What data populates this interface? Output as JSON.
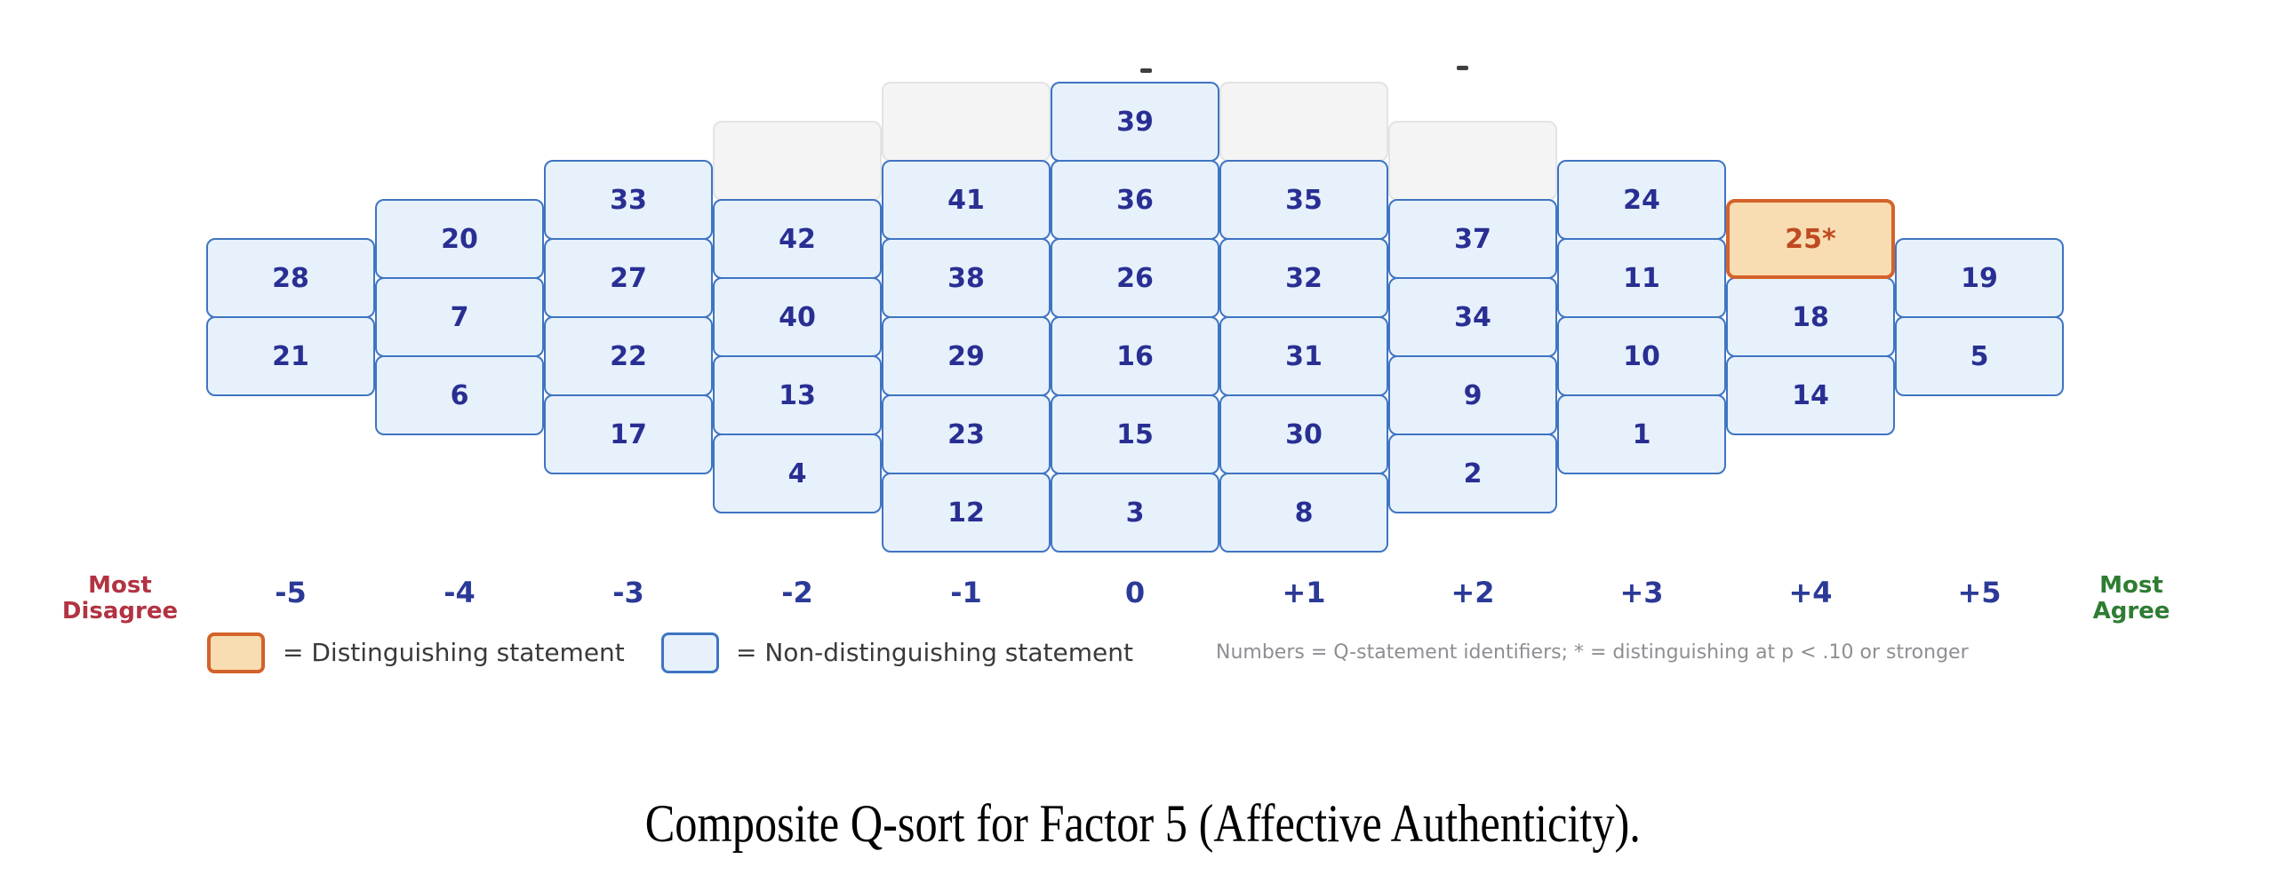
{
  "caption": "Composite Q-sort for Factor 5 (Affective Authenticity).",
  "axis": {
    "most_disagree_lines": [
      "Most",
      "Disagree"
    ],
    "most_agree_lines": [
      "Most",
      "Agree"
    ],
    "column_labels": [
      "-5",
      "-4",
      "-3",
      "-2",
      "-1",
      "0",
      "+1",
      "+2",
      "+3",
      "+4",
      "+5"
    ]
  },
  "legend": {
    "distinguishing_label": "= Distinguishing statement",
    "non_distinguishing_label": "= Non-distinguishing statement",
    "note": "Numbers = Q-statement identifiers; * = distinguishing at p < .10 or stronger"
  },
  "colors": {
    "cell_fill": "#e7f1fc",
    "cell_border": "#3f74c2",
    "cell_text": "#292f92",
    "ghost_fill": "#f4f4f5",
    "ghost_border": "#e3e3e6",
    "distinguishing_fill": "#f8ddb2",
    "distinguishing_border": "#d4622a",
    "distinguishing_text": "#c04a20",
    "axis_label": "#2b3a97",
    "most_disagree": "#b23342",
    "most_agree": "#2e7d32",
    "legend_text": "#3a3a3a",
    "note_text": "#8e8e93"
  },
  "chart_data": {
    "type": "qsort-grid",
    "scale_min": -5,
    "scale_max": 5,
    "statements_total": 42,
    "distribution": [
      2,
      3,
      4,
      4,
      5,
      6,
      5,
      4,
      4,
      3,
      2
    ],
    "columns": [
      {
        "label": "-5",
        "offset": 4,
        "ghost_offset": null,
        "statements": [
          {
            "t": "28"
          },
          {
            "t": "21"
          }
        ]
      },
      {
        "label": "-4",
        "offset": 3,
        "ghost_offset": null,
        "statements": [
          {
            "t": "20"
          },
          {
            "t": "7"
          },
          {
            "t": "6"
          }
        ]
      },
      {
        "label": "-3",
        "offset": 2,
        "ghost_offset": null,
        "statements": [
          {
            "t": "33"
          },
          {
            "t": "27"
          },
          {
            "t": "22"
          },
          {
            "t": "17"
          }
        ]
      },
      {
        "label": "-2",
        "offset": 3,
        "ghost_offset": 1,
        "statements": [
          {
            "t": "42"
          },
          {
            "t": "40"
          },
          {
            "t": "13"
          },
          {
            "t": "4"
          }
        ]
      },
      {
        "label": "-1",
        "offset": 2,
        "ghost_offset": 0,
        "statements": [
          {
            "t": "41"
          },
          {
            "t": "38"
          },
          {
            "t": "29"
          },
          {
            "t": "23"
          },
          {
            "t": "12"
          }
        ]
      },
      {
        "label": "0",
        "offset": 0,
        "ghost_offset": null,
        "statements": [
          {
            "t": "39"
          },
          {
            "t": "36"
          },
          {
            "t": "26"
          },
          {
            "t": "16"
          },
          {
            "t": "15"
          },
          {
            "t": "3"
          }
        ]
      },
      {
        "label": "+1",
        "offset": 2,
        "ghost_offset": 0,
        "statements": [
          {
            "t": "35"
          },
          {
            "t": "32"
          },
          {
            "t": "31"
          },
          {
            "t": "30"
          },
          {
            "t": "8"
          }
        ]
      },
      {
        "label": "+2",
        "offset": 3,
        "ghost_offset": 1,
        "statements": [
          {
            "t": "37"
          },
          {
            "t": "34"
          },
          {
            "t": "9"
          },
          {
            "t": "2"
          }
        ]
      },
      {
        "label": "+3",
        "offset": 2,
        "ghost_offset": null,
        "statements": [
          {
            "t": "24"
          },
          {
            "t": "11"
          },
          {
            "t": "10"
          },
          {
            "t": "1"
          }
        ]
      },
      {
        "label": "+4",
        "offset": 3,
        "ghost_offset": null,
        "statements": [
          {
            "t": "25*",
            "d": true
          },
          {
            "t": "18"
          },
          {
            "t": "14"
          }
        ]
      },
      {
        "label": "+5",
        "offset": 4,
        "ghost_offset": null,
        "statements": [
          {
            "t": "19"
          },
          {
            "t": "5"
          }
        ]
      }
    ]
  }
}
